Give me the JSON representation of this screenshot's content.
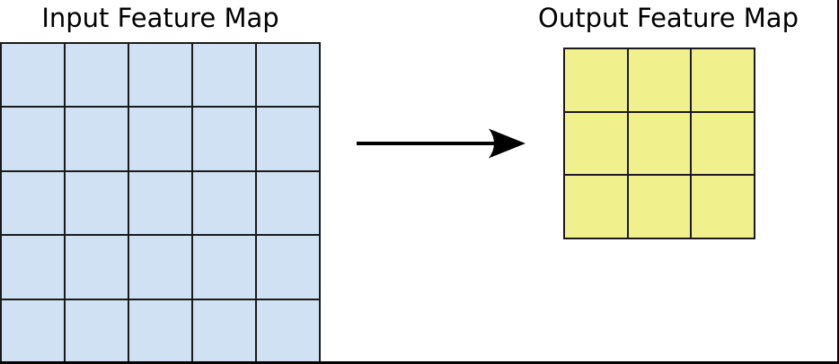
{
  "diagram": {
    "input": {
      "title": "Input Feature Map",
      "rows": 5,
      "cols": 5,
      "fill": "#cfe1f2",
      "stroke": "#1a1a1a"
    },
    "output": {
      "title": "Output Feature Map",
      "rows": 3,
      "cols": 3,
      "fill": "#f0f18c",
      "stroke": "#1a1a1a"
    },
    "arrow": {
      "direction": "right",
      "color": "#000000"
    },
    "frame_color": "#000000",
    "background": "#ffffff"
  }
}
